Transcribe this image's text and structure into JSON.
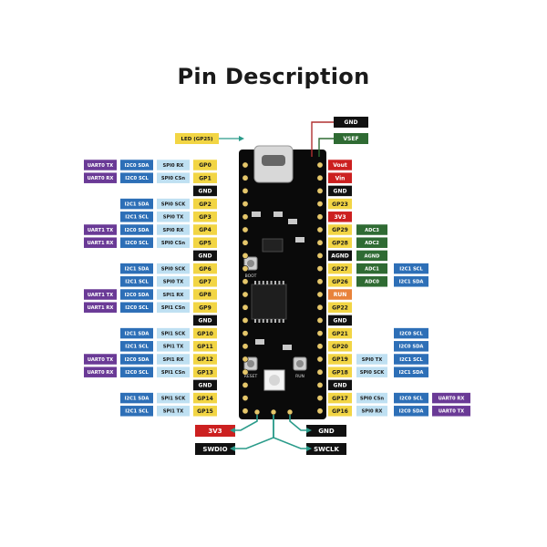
{
  "title": "Pin Description",
  "colors": {
    "power": "#cc2020",
    "ground": "#111111",
    "gpio": "#f2d544",
    "spi": "#bfe0f2",
    "i2c": "#2d6fb7",
    "uart": "#6a3a96",
    "adc": "#2f6b33",
    "run": "#e8823a",
    "board": "#0a0a0a",
    "wire": "#2a9b8a"
  },
  "top_right_labels": [
    {
      "text": "GND",
      "role": "ground"
    },
    {
      "text": "VSEF",
      "role": "adc"
    }
  ],
  "led_label": "LED (GP25)",
  "left_pins": [
    {
      "pin": "GP0",
      "role": "gpio",
      "spi": "SPI0 RX",
      "i2c": "I2C0 SDA",
      "uart": "UART0 TX"
    },
    {
      "pin": "GP1",
      "role": "gpio",
      "spi": "SPI0 CSn",
      "i2c": "I2C0 SCL",
      "uart": "UART0 RX"
    },
    {
      "pin": "GND",
      "role": "ground"
    },
    {
      "pin": "GP2",
      "role": "gpio",
      "spi": "SPI0 SCK",
      "i2c": "I2C1 SDA"
    },
    {
      "pin": "GP3",
      "role": "gpio",
      "spi": "SPI0 TX",
      "i2c": "I2C1 SCL"
    },
    {
      "pin": "GP4",
      "role": "gpio",
      "spi": "SPI0 RX",
      "i2c": "I2C0 SDA",
      "uart": "UART1 TX"
    },
    {
      "pin": "GP5",
      "role": "gpio",
      "spi": "SPI0 CSn",
      "i2c": "I2C0 SCL",
      "uart": "UART1 RX"
    },
    {
      "pin": "GND",
      "role": "ground"
    },
    {
      "pin": "GP6",
      "role": "gpio",
      "spi": "SPI0 SCK",
      "i2c": "I2C1 SDA"
    },
    {
      "pin": "GP7",
      "role": "gpio",
      "spi": "SPI0 TX",
      "i2c": "I2C1 SCL"
    },
    {
      "pin": "GP8",
      "role": "gpio",
      "spi": "SPI1 RX",
      "i2c": "I2C0 SDA",
      "uart": "UART1 TX"
    },
    {
      "pin": "GP9",
      "role": "gpio",
      "spi": "SPI1 CSn",
      "i2c": "I2C0 SCL",
      "uart": "UART1 RX"
    },
    {
      "pin": "GND",
      "role": "ground"
    },
    {
      "pin": "GP10",
      "role": "gpio",
      "spi": "SPI1 SCK",
      "i2c": "I2C1 SDA"
    },
    {
      "pin": "GP11",
      "role": "gpio",
      "spi": "SPI1 TX",
      "i2c": "I2C1 SCL"
    },
    {
      "pin": "GP12",
      "role": "gpio",
      "spi": "SPI1 RX",
      "i2c": "I2C0 SDA",
      "uart": "UART0 TX"
    },
    {
      "pin": "GP13",
      "role": "gpio",
      "spi": "SPI1 CSn",
      "i2c": "I2C0 SCL",
      "uart": "UART0 RX"
    },
    {
      "pin": "GND",
      "role": "ground"
    },
    {
      "pin": "GP14",
      "role": "gpio",
      "spi": "SPI1 SCK",
      "i2c": "I2C1 SDA"
    },
    {
      "pin": "GP15",
      "role": "gpio",
      "spi": "SPI1 TX",
      "i2c": "I2C1 SCL"
    }
  ],
  "right_pins": [
    {
      "pin": "Vout",
      "role": "power"
    },
    {
      "pin": "Vin",
      "role": "power"
    },
    {
      "pin": "GND",
      "role": "ground"
    },
    {
      "pin": "GP23",
      "role": "gpio"
    },
    {
      "pin": "3V3",
      "role": "power"
    },
    {
      "pin": "GP29",
      "role": "gpio",
      "adc": "ADC3"
    },
    {
      "pin": "GP28",
      "role": "gpio",
      "adc": "ADC2"
    },
    {
      "pin": "AGND",
      "role": "ground",
      "adc": "AGND"
    },
    {
      "pin": "GP27",
      "role": "gpio",
      "adc": "ADC1",
      "i2c": "I2C1 SCL"
    },
    {
      "pin": "GP26",
      "role": "gpio",
      "adc": "ADC0",
      "i2c": "I2C1 SDA"
    },
    {
      "pin": "RUN",
      "role": "run"
    },
    {
      "pin": "GP22",
      "role": "gpio"
    },
    {
      "pin": "GND",
      "role": "ground"
    },
    {
      "pin": "GP21",
      "role": "gpio",
      "i2c": "I2C0 SCL"
    },
    {
      "pin": "GP20",
      "role": "gpio",
      "i2c": "I2C0 SDA"
    },
    {
      "pin": "GP19",
      "role": "gpio",
      "spi": "SPI0 TX",
      "i2c": "I2C1 SCL"
    },
    {
      "pin": "GP18",
      "role": "gpio",
      "spi": "SPI0 SCK",
      "i2c": "I2C1 SDA"
    },
    {
      "pin": "GND",
      "role": "ground"
    },
    {
      "pin": "GP17",
      "role": "gpio",
      "spi": "SPI0 CSn",
      "i2c": "I2C0 SCL",
      "uart": "UART0 RX"
    },
    {
      "pin": "GP16",
      "role": "gpio",
      "spi": "SPI0 RX",
      "i2c": "I2C0 SDA",
      "uart": "UART0 TX"
    }
  ],
  "bottom_labels": {
    "v3": "3V3",
    "gnd": "GND",
    "swdio": "SWDIO",
    "swclk": "SWCLK"
  },
  "board_labels": {
    "boot": "BOOT",
    "run": "RUN",
    "reset": "RESET"
  }
}
